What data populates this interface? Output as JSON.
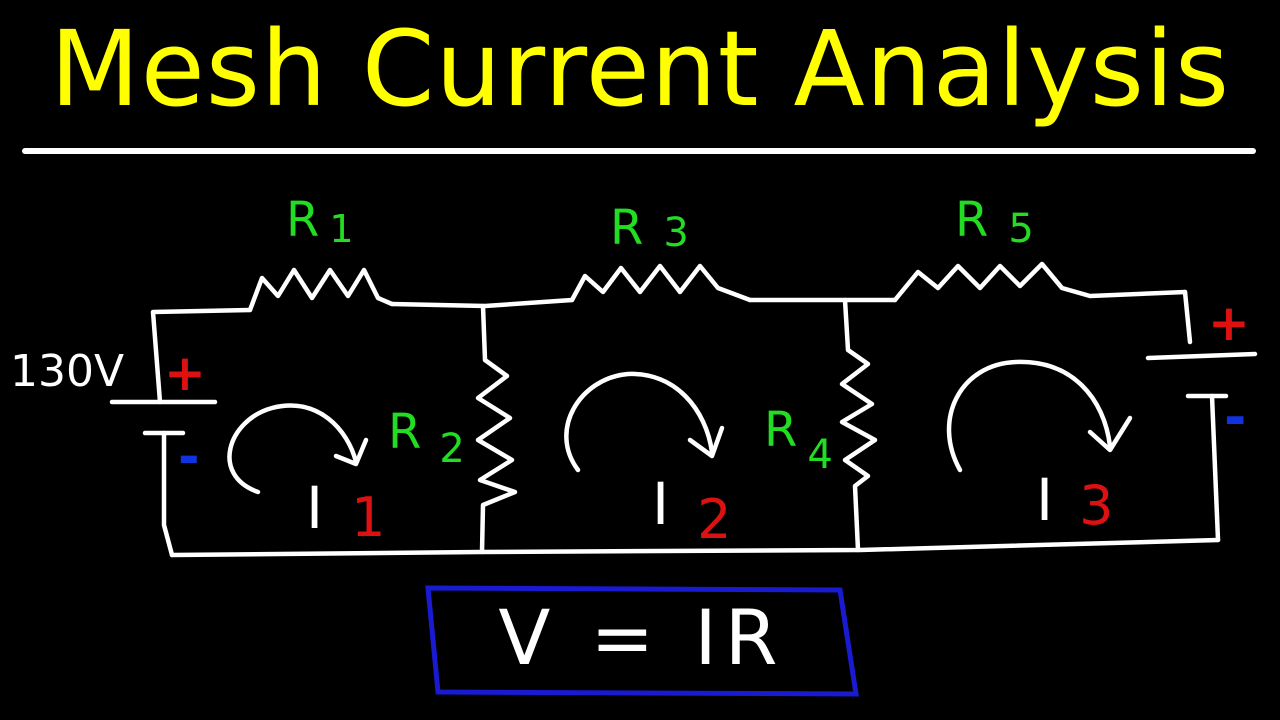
{
  "title": "Mesh Current Analysis",
  "colors": {
    "title": "#ffff00",
    "wire": "#ffffff",
    "resistor_label": "#22dd22",
    "subscript_and_plus": "#dd1111",
    "minus": "#1133dd",
    "formula_box": "#1a1ad0",
    "background": "#000000"
  },
  "source_left": {
    "voltage": "130V",
    "plus": "+",
    "minus": "-"
  },
  "source_right": {
    "plus": "+",
    "minus": "-"
  },
  "resistors": [
    {
      "letter": "R",
      "sub": "1"
    },
    {
      "letter": "R",
      "sub": "2"
    },
    {
      "letter": "R",
      "sub": "3"
    },
    {
      "letter": "R",
      "sub": "4"
    },
    {
      "letter": "R",
      "sub": "5"
    }
  ],
  "mesh_currents": [
    {
      "letter": "I",
      "sub": "1"
    },
    {
      "letter": "I",
      "sub": "2"
    },
    {
      "letter": "I",
      "sub": "3"
    }
  ],
  "formula": "V = IR"
}
